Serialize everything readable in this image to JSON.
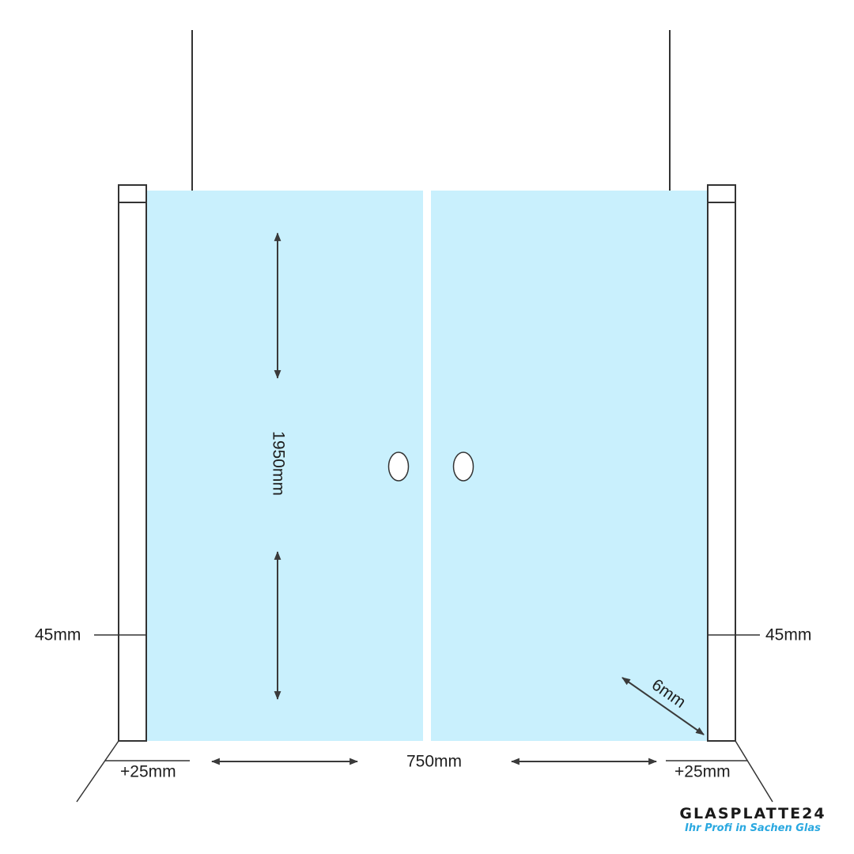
{
  "colors": {
    "glass": "#c9f0fd",
    "line": "#333333",
    "arrow": "#3a3a3a",
    "brand_accent": "#2aa8e0"
  },
  "dimensions": {
    "height": "1950mm",
    "width": "750mm",
    "profile_left": "45mm",
    "profile_right": "45mm",
    "overlap_left": "+25mm",
    "overlap_right": "+25mm",
    "glass_thickness": "6mm"
  },
  "brand": {
    "name": "GLASPLATTE24",
    "slogan": "Ihr Profi in Sachen Glas"
  }
}
